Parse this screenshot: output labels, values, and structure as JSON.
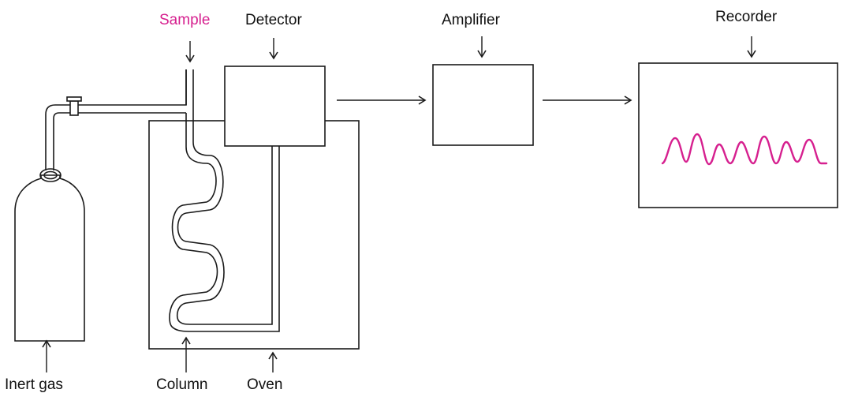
{
  "labels": {
    "sample": "Sample",
    "detector": "Detector",
    "amplifier": "Amplifier",
    "recorder": "Recorder",
    "inert_gas": "Inert gas",
    "column": "Column",
    "oven": "Oven"
  },
  "colors": {
    "line": "#1a1a1a",
    "highlight": "#d6208f",
    "background": "#ffffff"
  }
}
